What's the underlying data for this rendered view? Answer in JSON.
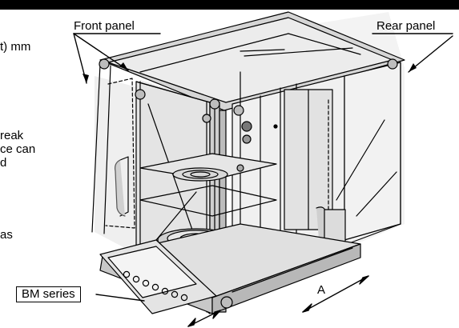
{
  "header_bar": {
    "color": "#000000"
  },
  "left_text": {
    "line1": "t) mm",
    "line2": "reak",
    "line3": "ce can",
    "line4": "d",
    "line5": "as"
  },
  "callouts": {
    "front_panel": "Front panel",
    "rear_panel": "Rear panel",
    "bm_series": "BM series",
    "dimension_a": "A"
  }
}
